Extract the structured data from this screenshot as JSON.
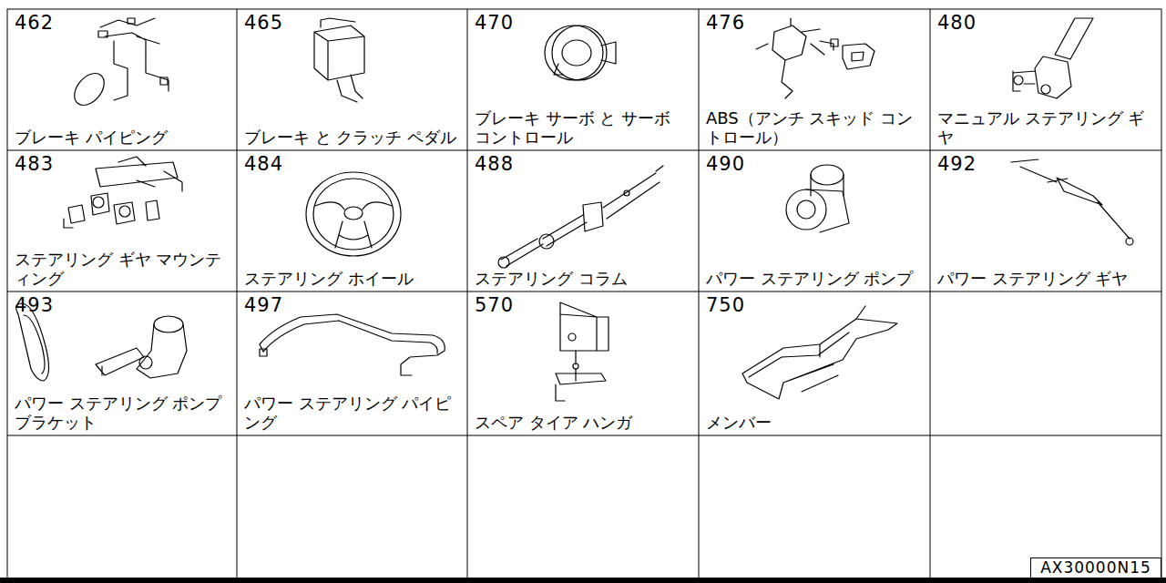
{
  "diagram": {
    "nodes": [
      {
        "text": [
          "462",
          "ブレーキ パイピング"
        ]
      },
      {
        "text": [
          "465",
          "ブレーキ と クラッチ ペダル"
        ]
      },
      {
        "text": [
          "470",
          "ブレーキ サーボ と サーボ コントロール"
        ]
      },
      {
        "text": [
          "476",
          "ABS（アンチ スキッド コントロール）"
        ]
      },
      {
        "text": [
          "480",
          "マニュアル ステアリング ギヤ"
        ]
      },
      {
        "text": [
          "483",
          "ステアリング ギヤ マウンティング"
        ]
      },
      {
        "text": [
          "484",
          "ステアリング ホイール"
        ]
      },
      {
        "text": [
          "488",
          "ステアリング コラム"
        ]
      },
      {
        "text": [
          "490",
          "パワー ステアリング ポンプ"
        ]
      },
      {
        "text": [
          "492",
          "パワー ステアリング ギヤ"
        ]
      },
      {
        "text": [
          "493",
          "パワー ステアリング ポンプ ブラケット"
        ]
      },
      {
        "text": [
          "497",
          "パワー ステアリング パイピング"
        ]
      },
      {
        "text": [
          "570",
          "スペア タイア ハンガ"
        ]
      },
      {
        "text": [
          "750",
          "メンバー"
        ]
      },
      {
        "text": [
          "AX30000N15"
        ]
      }
    ]
  }
}
